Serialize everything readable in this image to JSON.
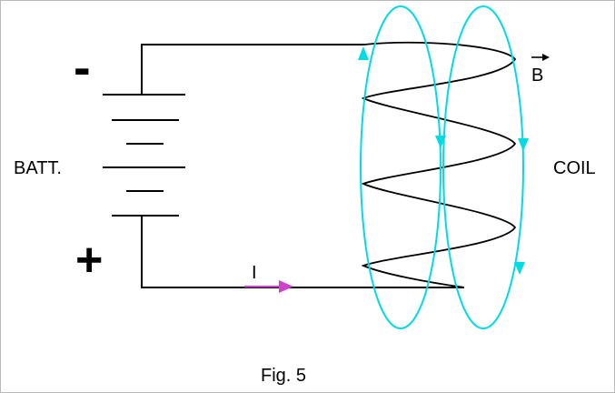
{
  "diagram": {
    "battery_label": "BATT.",
    "minus_label": "-",
    "plus_label": "+",
    "current_label": "I",
    "field_label": "B",
    "coil_label": "COIL",
    "caption": "Fig. 5"
  },
  "colors": {
    "wire": "#000000",
    "field_line": "#00dbe4",
    "current_arrow": "#cc44cc"
  }
}
